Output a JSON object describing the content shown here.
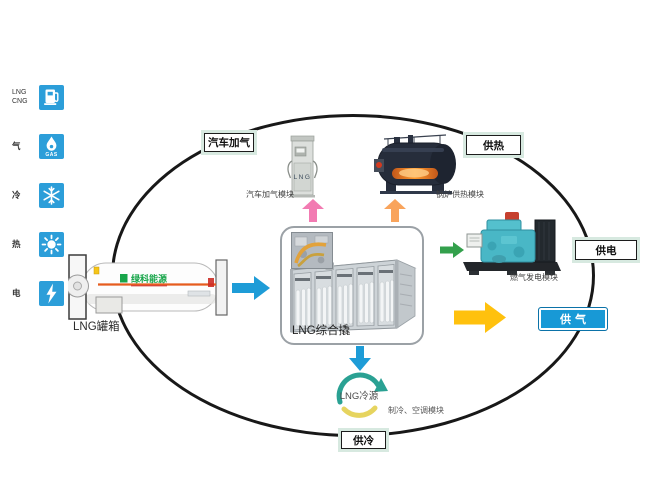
{
  "colors": {
    "accent_blue": "#1E9CD7",
    "icon_blue": "#2C9ED9",
    "arrow_pink": "#F27BB2",
    "arrow_orange": "#F9A45C",
    "arrow_green": "#33A04C",
    "arrow_yellow": "#FFC10E",
    "node_glow_green": "#d7e9e0"
  },
  "sidebar": {
    "items": [
      {
        "label": "LNG\nCNG",
        "icon": "fuel-pump-icon"
      },
      {
        "label": "气",
        "icon": "gas-flame-icon",
        "icon_text": "GAS"
      },
      {
        "label": "冷",
        "icon": "snowflake-icon"
      },
      {
        "label": "热",
        "icon": "sun-icon"
      },
      {
        "label": "电",
        "icon": "lightning-icon"
      }
    ]
  },
  "diagram": {
    "nodes": {
      "refueling": "汽车加气",
      "heating": "供热",
      "power": "供电",
      "gas_supply": "供气",
      "cooling": "供冷"
    },
    "labels": {
      "tank": "LNG罐箱",
      "tank_brand": "绿科能源",
      "skid": "LNG综合撬",
      "dispenser_module": "汽车加气模块",
      "dispenser_text": "LNG",
      "boiler_module": "锅炉供热模块",
      "generator_module": "燃气发电模块",
      "cold_source": "LNG冷源",
      "cooling_module": "制冷、空调模块"
    }
  }
}
